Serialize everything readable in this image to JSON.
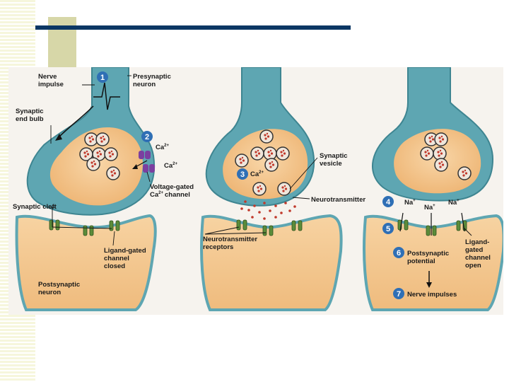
{
  "labels": {
    "nerve_impulse_1": "Nerve",
    "nerve_impulse_2": "impulse",
    "presynaptic_1": "Presynaptic",
    "presynaptic_2": "neuron",
    "end_bulb_1": "Synaptic",
    "end_bulb_2": "end bulb",
    "ca_1": "Ca",
    "ca_2": "Ca",
    "ca_3": "Ca",
    "ca_sup": "2+",
    "vgc_1": "Voltage-gated",
    "vgc_2": "Ca",
    "vgc_3": "channel",
    "cleft": "Synaptic cleft",
    "lg_closed_1": "Ligand-gated",
    "lg_closed_2": "channel",
    "lg_closed_3": "closed",
    "post_1": "Postsynaptic",
    "post_2": "neuron",
    "vesicle_1": "Synaptic",
    "vesicle_2": "vesicle",
    "neurotransmitter": "Neurotransmitter",
    "receptors_1": "Neurotransmitter",
    "receptors_2": "receptors",
    "na_1": "Na",
    "na_2": "Na",
    "na_3": "Na",
    "na_sup": "+",
    "psp_1": "Postsynaptic",
    "psp_2": "potential",
    "lg_open_1": "Ligand-",
    "lg_open_2": "gated",
    "lg_open_3": "channel",
    "lg_open_4": "open",
    "nerve_impulses": "Nerve impulses"
  },
  "steps": [
    "1",
    "2",
    "3",
    "4",
    "5",
    "6",
    "7"
  ],
  "colors": {
    "neuron": "#5ea6b2",
    "neuron_dark": "#3e8591",
    "cytoplasm": "#f3c48b",
    "postsynaptic": "#f2c690",
    "vesicle": "#e8dccf",
    "neurotransmitter": "#c0392b",
    "step_circle": "#2f6fb5",
    "channel": "#5b8c3a",
    "ca_channel": "#7b3fa0",
    "title_rule": "#0b3764",
    "accent_square": "#d7d7a8"
  }
}
